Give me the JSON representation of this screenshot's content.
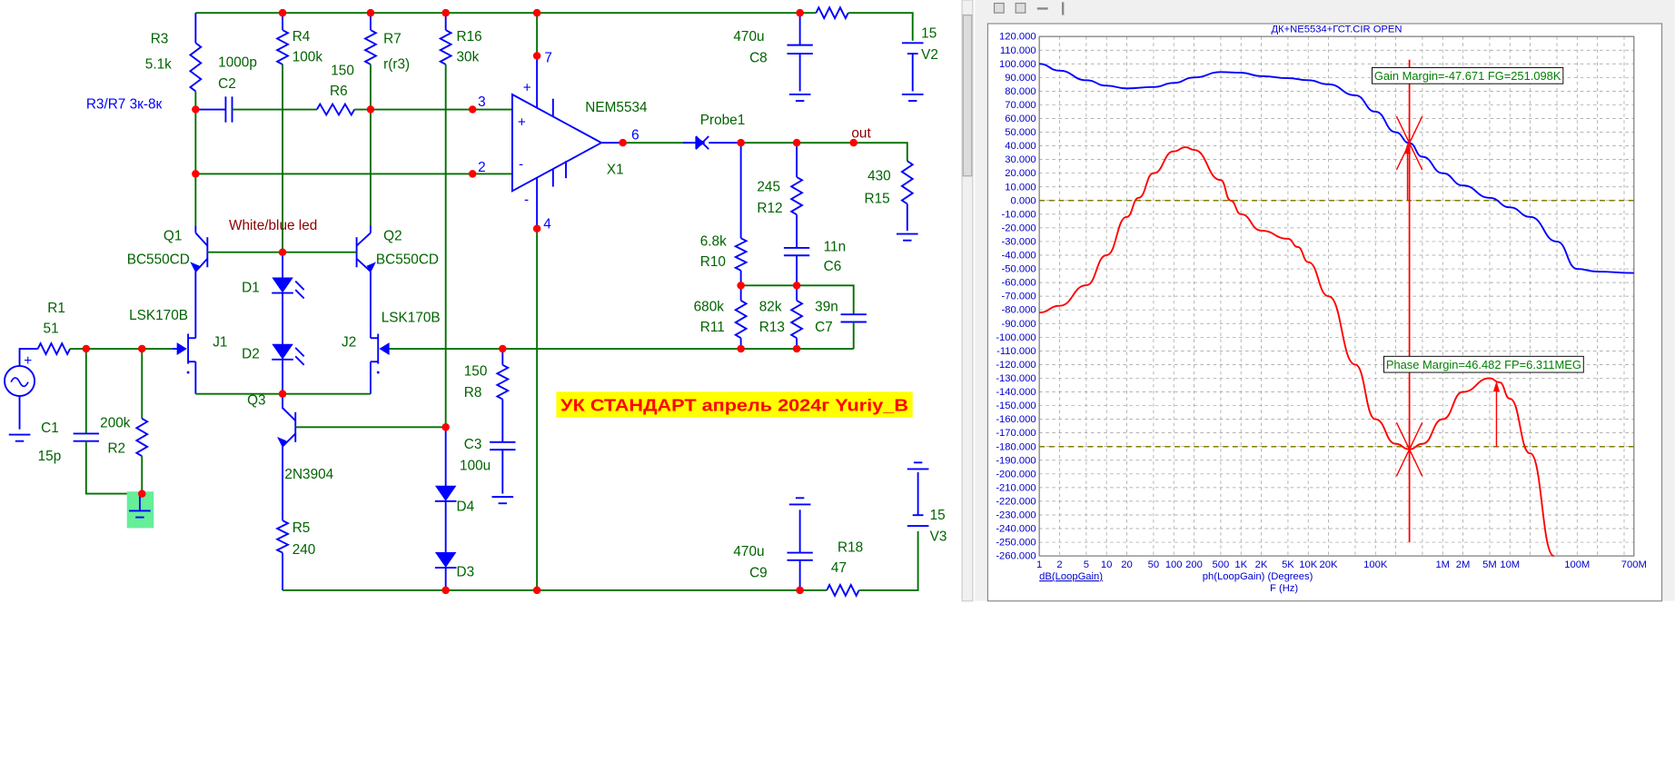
{
  "schematic": {
    "labels": {
      "r3": "R3",
      "r3_val": "5.1k",
      "c2_val": "1000p",
      "c2": "C2",
      "r3r7_note": "R3/R7 3к-8к",
      "r4": "R4",
      "r4_val": "100k",
      "r7": "R7",
      "r7_val": "r(r3)",
      "r6_val": "150",
      "r6": "R6",
      "r16": "R16",
      "r16_val": "30k",
      "pin7": "7",
      "pin3": "3",
      "pin2": "2",
      "pin4": "4",
      "pin6": "6",
      "opamp_model": "NEM5534",
      "x1": "X1",
      "probe1": "Probe1",
      "out": "out",
      "c8_val": "470u",
      "c8": "C8",
      "v2_val": "15",
      "v2": "V2",
      "r12_val": "245",
      "r12": "R12",
      "c6_val": "11n",
      "c6": "C6",
      "r15_val": "430",
      "r15": "R15",
      "r10_val": "6.8k",
      "r10": "R10",
      "r11_val": "680k",
      "r11": "R11",
      "r13_val": "82k",
      "r13": "R13",
      "c7_val": "39n",
      "c7": "C7",
      "q1": "Q1",
      "q1_model": "BC550CD",
      "led_note": "White/blue led",
      "q2": "Q2",
      "q2_model": "BC550CD",
      "d1": "D1",
      "d2": "D2",
      "j1_model": "LSK170B",
      "j2_model": "LSK170B",
      "j1": "J1",
      "j2": "J2",
      "r1": "R1",
      "r1_val": "51",
      "q3": "Q3",
      "q3_model": "2N3904",
      "r5": "R5",
      "r5_val": "240",
      "r8_val": "150",
      "r8": "R8",
      "c3": "C3",
      "c3_val": "100u",
      "d4": "D4",
      "d3": "D3",
      "c1": "C1",
      "c1_val": "15p",
      "r2_val": "200k",
      "r2": "R2",
      "c9_val": "470u",
      "c9": "C9",
      "r18": "R18",
      "r18_val": "47",
      "v3_val": "15",
      "v3": "V3"
    },
    "banner": "УК СТАНДАРТ апрель 2024г Yuriy_B",
    "colors": {
      "wire": "#007000",
      "component": "#0000ff",
      "node": "#ff0000",
      "banner_bg": "#ffff00",
      "banner_text": "#ff0000"
    }
  },
  "plot": {
    "gain_margin_label": "Gain Margin=-47.671 FG=251.098K",
    "phase_margin_label": "Phase Margin=46.482 FP=6.311MEG",
    "toolbar_icons": [
      "cascade-icon",
      "tile-icon",
      "align-horizontal-icon",
      "align-vertical-icon"
    ]
  },
  "chart_data": {
    "type": "line",
    "title": "ДК+NE5534+ГСТ.CIR OPEN",
    "xlabel": "F (Hz)",
    "x_scale": "log",
    "xlim": [
      1,
      700000000
    ],
    "ylim": [
      -260,
      120
    ],
    "y_tick_step": 10,
    "grid": true,
    "x_ticks": [
      {
        "label": "1",
        "value": 1
      },
      {
        "label": "2",
        "value": 2
      },
      {
        "label": "5",
        "value": 5
      },
      {
        "label": "10",
        "value": 10
      },
      {
        "label": "20",
        "value": 20
      },
      {
        "label": "50",
        "value": 50
      },
      {
        "label": "100",
        "value": 100
      },
      {
        "label": "200",
        "value": 200
      },
      {
        "label": "500",
        "value": 500
      },
      {
        "label": "1K",
        "value": 1000
      },
      {
        "label": "2K",
        "value": 2000
      },
      {
        "label": "5K",
        "value": 5000
      },
      {
        "label": "10K",
        "value": 10000
      },
      {
        "label": "20K",
        "value": 20000
      },
      {
        "label": "100K",
        "value": 100000
      },
      {
        "label": "1M",
        "value": 1000000
      },
      {
        "label": "2M",
        "value": 2000000
      },
      {
        "label": "5M",
        "value": 5000000
      },
      {
        "label": "10M",
        "value": 10000000
      },
      {
        "label": "100M",
        "value": 100000000
      },
      {
        "label": "700M",
        "value": 700000000
      }
    ],
    "reference_lines": [
      0,
      -180
    ],
    "series": [
      {
        "name": "dB(LoopGain)",
        "color": "#0000ff",
        "points": [
          [
            1,
            100
          ],
          [
            2,
            95
          ],
          [
            5,
            88
          ],
          [
            10,
            84
          ],
          [
            20,
            82
          ],
          [
            50,
            83
          ],
          [
            100,
            86
          ],
          [
            200,
            90
          ],
          [
            500,
            94
          ],
          [
            1000,
            93.5
          ],
          [
            2000,
            91
          ],
          [
            5000,
            89.5
          ],
          [
            10000,
            88
          ],
          [
            20000,
            85
          ],
          [
            50000,
            77
          ],
          [
            100000,
            65
          ],
          [
            200000,
            50
          ],
          [
            320000,
            42
          ],
          [
            500000,
            32
          ],
          [
            1000000,
            20
          ],
          [
            2000000,
            11
          ],
          [
            5000000,
            2
          ],
          [
            10000000,
            -5
          ],
          [
            20000000,
            -12
          ],
          [
            50000000,
            -30
          ],
          [
            100000000,
            -50
          ],
          [
            200000000,
            -52
          ],
          [
            700000000,
            -53
          ]
        ]
      },
      {
        "name": "ph(LoopGain) (Degrees)",
        "color": "#ff0000",
        "points": [
          [
            1,
            -82
          ],
          [
            2,
            -77
          ],
          [
            5,
            -62
          ],
          [
            10,
            -40
          ],
          [
            20,
            -12
          ],
          [
            30,
            2
          ],
          [
            50,
            20
          ],
          [
            100,
            36
          ],
          [
            150,
            39
          ],
          [
            200,
            37
          ],
          [
            500,
            15
          ],
          [
            700,
            0
          ],
          [
            1000,
            -10
          ],
          [
            2000,
            -22
          ],
          [
            5000,
            -28
          ],
          [
            7000,
            -34
          ],
          [
            10000,
            -45
          ],
          [
            20000,
            -70
          ],
          [
            50000,
            -120
          ],
          [
            100000,
            -160
          ],
          [
            200000,
            -178
          ],
          [
            320000,
            -182
          ],
          [
            500000,
            -178
          ],
          [
            1000000,
            -160
          ],
          [
            2000000,
            -140
          ],
          [
            5000000,
            -130
          ],
          [
            7000000,
            -133
          ],
          [
            10000000,
            -145
          ],
          [
            20000000,
            -185
          ],
          [
            45000000,
            -260
          ]
        ]
      }
    ],
    "markers": {
      "cursor_frequency": 320000,
      "gain_point": [
        320000,
        42
      ],
      "phase_point": [
        320000,
        -182
      ],
      "phase_margin_arrow": [
        6311000,
        -180,
        -132
      ],
      "gain_margin_arrow": [
        300000,
        0,
        42
      ]
    }
  }
}
